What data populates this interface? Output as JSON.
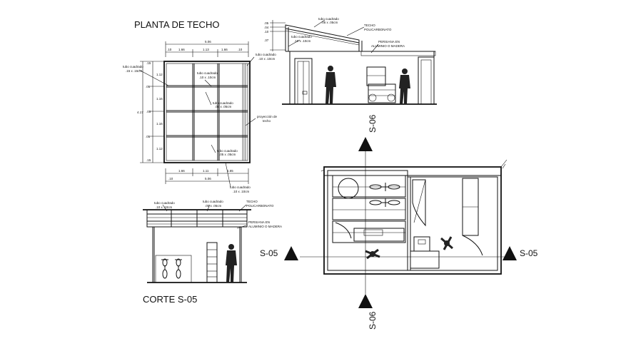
{
  "titles": {
    "roof_plan": "PLANTA DE TECHO",
    "section": "CORTE S-05"
  },
  "section_markers": {
    "left": "S-05",
    "right": "S-05",
    "top": "S-06",
    "bottom": "S-06"
  },
  "roof_plan": {
    "dims_top": [
      "5.06",
      ".10",
      "1.66",
      "1.13",
      "1.66",
      ".10"
    ],
    "dims_bottom": [
      "1.66",
      "1.11",
      "1.65",
      ".10",
      "5.06"
    ],
    "dims_left": [
      ".15",
      "1.12",
      ".05",
      "1.16",
      "4.17",
      ".05",
      "1.16",
      ".05",
      "1.12",
      ".15"
    ],
    "notes": {
      "tubo_1": "tubo cuadrado",
      "tubo_1_size": ".15 x .15cm",
      "tubo_2": "tubo cuadrado",
      "tubo_2_size": ".10 x .10cm",
      "tubo_3": "tubo cuadrado",
      "tubo_3_size": ".10 x .10cm",
      "tubo_4": "tubo cuadrado",
      "tubo_4_size": ".05 x .05cm",
      "proyeccion": "proyección de",
      "proyeccion_2": "techo",
      "tubo_5": "tubo cuadrado",
      "tubo_5_size": ".05 x .05cm",
      "tubo_6": "tubo cuadrado",
      "tubo_6_size": ".10 x .10cm"
    }
  },
  "elevation_s06": {
    "dims": [
      ".05",
      ".04",
      ".10",
      ".37"
    ],
    "notes": {
      "tubo_a": "tubo cuadrado",
      "tubo_a_size": ".05 x .05cm",
      "techo": "TECHO",
      "techo_2": "POLICARBONATO",
      "tubo_b": "tubo cuadrado",
      "tubo_b_size": ".10 x .10cm",
      "persiana": "PERSIANA EN",
      "persiana_2": "ALUMINIO O MADERA"
    }
  },
  "section_s05": {
    "notes": {
      "tubo_a": "tubo cuadrado",
      "tubo_a_size": ".10 x .10cm",
      "tubo_b": "tubo cuadrado",
      "tubo_b_size": ".05 x .05cm",
      "techo": "TECHO",
      "techo_2": "POLICARBONATO",
      "persiana": "PERSIANA EN",
      "persiana_2": "ALUMINIO O MADERA"
    }
  }
}
